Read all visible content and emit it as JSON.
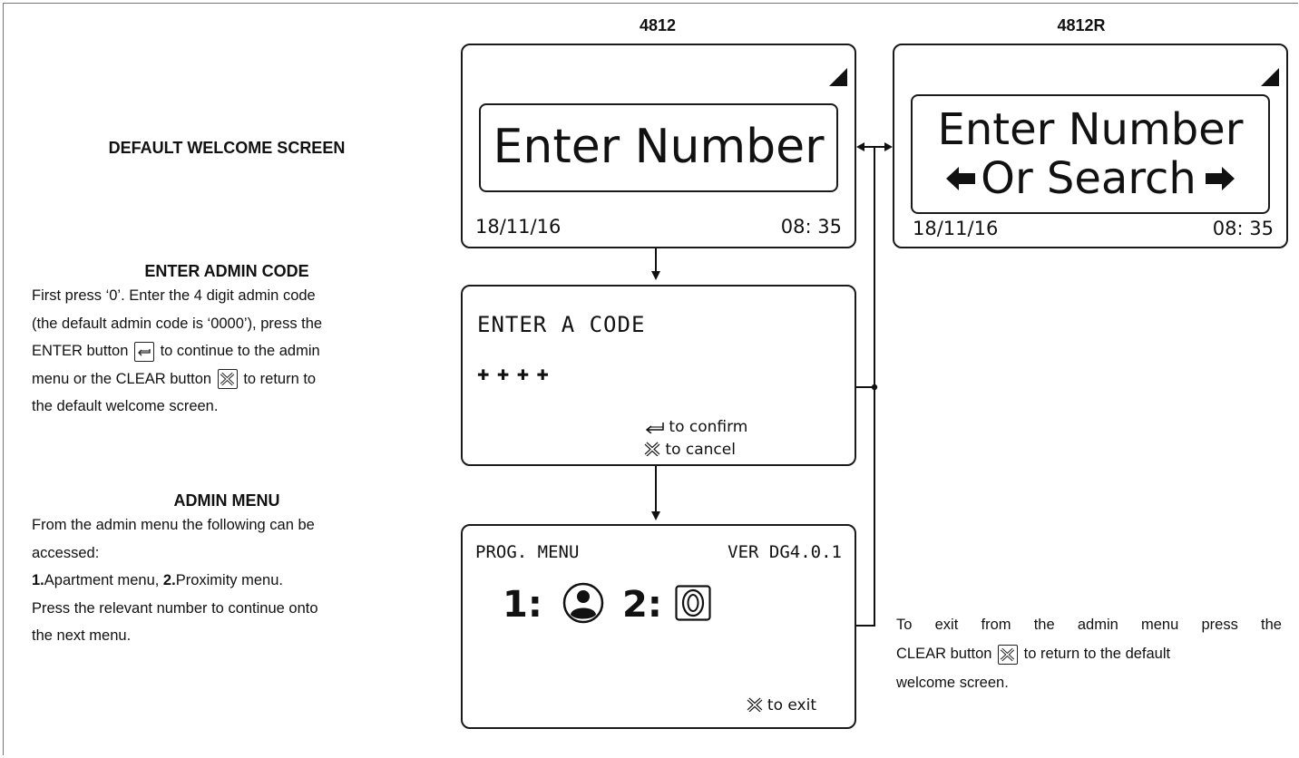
{
  "models": {
    "left": "4812",
    "right": "4812R"
  },
  "welcome": {
    "section_title": "DEFAULT WELCOME SCREEN",
    "left_screen": {
      "prompt": "Enter Number",
      "date": "18/11/16",
      "time": "08: 35"
    },
    "right_screen": {
      "line1": "Enter Number",
      "line2": "Or Search",
      "date": "18/11/16",
      "time": "08: 35"
    }
  },
  "admin_code": {
    "section_title": "ENTER ADMIN CODE",
    "desc_line1": "First press ‘0’. Enter the 4 digit admin code",
    "desc_line2": "(the default admin code is ‘0000’), press the",
    "desc_line3_a": "ENTER button",
    "desc_line3_b": "to continue to the admin",
    "desc_line4_a": "menu or the CLEAR button",
    "desc_line4_b": "to return to",
    "desc_line5": "the default welcome screen.",
    "screen": {
      "title": "ENTER A CODE",
      "masked": "✚ ✚ ✚ ✚",
      "confirm": "to confirm",
      "cancel": "to cancel"
    }
  },
  "admin_menu": {
    "section_title": "ADMIN MENU",
    "desc_line1": "From the admin menu the following can be",
    "desc_line2": "accessed:",
    "item1_num": "1.",
    "item1_label": "Apartment menu,",
    "item2_num": "2.",
    "item2_label": "Proximity menu.",
    "desc_line4": "Press the relevant number to continue onto",
    "desc_line5": "the next menu.",
    "screen": {
      "title": "PROG. MENU",
      "version": "VER DG4.0.1",
      "opt1": "1:",
      "opt2": "2:",
      "exit": "to exit"
    }
  },
  "exit_note": {
    "line1": "To exit from the admin menu press the",
    "line2_a": "CLEAR button",
    "line2_b": "to return to the default",
    "line3": "welcome screen."
  },
  "icons": [
    "signal-icon",
    "enter-key-icon",
    "clear-key-icon",
    "left-arrow-icon",
    "right-arrow-icon",
    "person-icon",
    "proximity-icon"
  ]
}
